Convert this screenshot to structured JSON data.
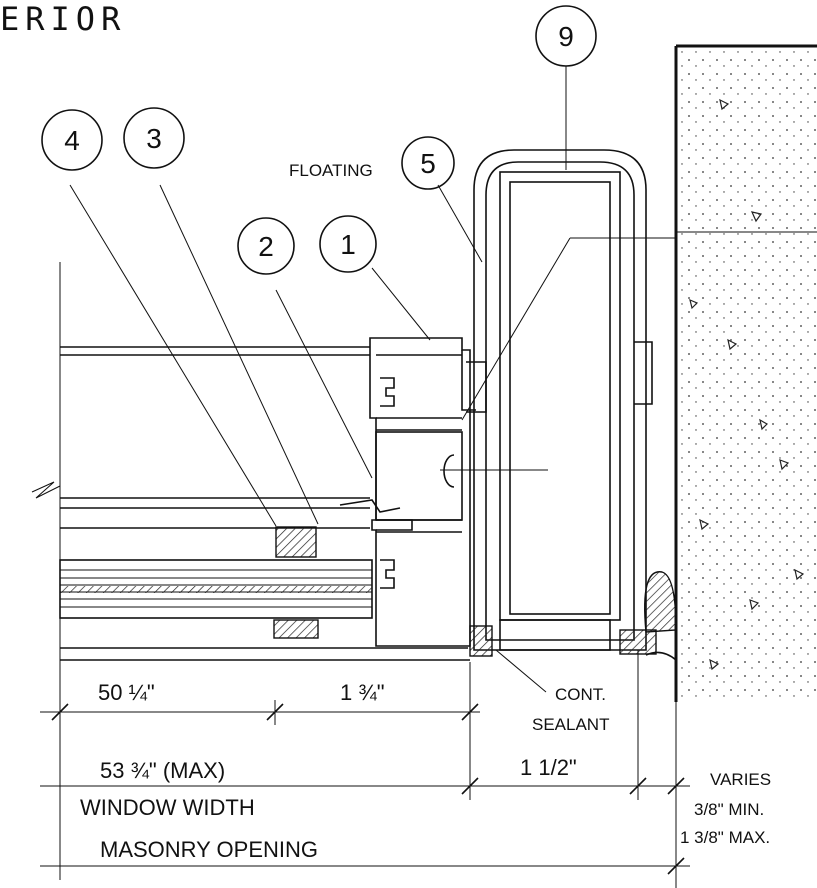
{
  "title": "ERIOR",
  "callouts": {
    "c1": "1",
    "c2": "2",
    "c3": "3",
    "c4": "4",
    "c5": "5",
    "c9": "9",
    "floating": "FLOATING"
  },
  "dimensions": {
    "d1": "50 ¼\"",
    "d2": "1 ¾\"",
    "d3": "53 ¾\" (MAX)",
    "d4": "1 1/2\"",
    "window_width": "WINDOW WIDTH",
    "masonry_opening": "MASONRY OPENING",
    "varies": "VARIES",
    "min": "3/8\" MIN.",
    "max": "1 3/8\" MAX."
  },
  "notes": {
    "cont": "CONT.",
    "sealant": "SEALANT"
  }
}
